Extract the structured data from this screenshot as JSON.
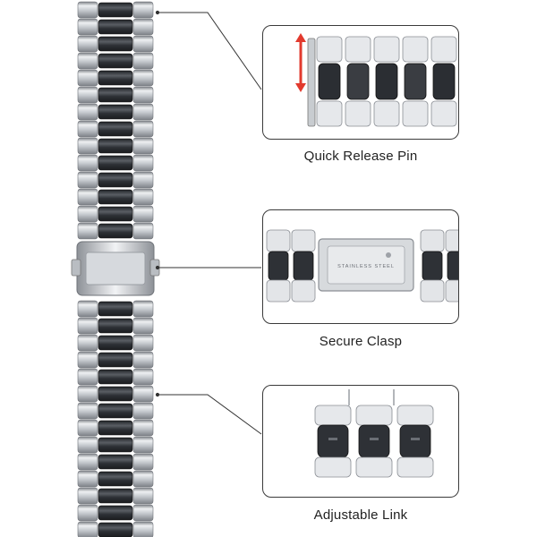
{
  "callouts": [
    {
      "label": "Quick Release Pin"
    },
    {
      "label": "Secure Clasp"
    },
    {
      "label": "Adjustable Link"
    }
  ],
  "clasp_engraving": "STAINLESS STEEL",
  "colors": {
    "silver_light": "#eef0f2",
    "silver_mid": "#b9bdc2",
    "silver_dark": "#7d8187",
    "black_link": "#2e3136",
    "black_highlight": "#5a5e64",
    "pin_arrow": "#e23a2e",
    "leader_line": "#333333"
  }
}
